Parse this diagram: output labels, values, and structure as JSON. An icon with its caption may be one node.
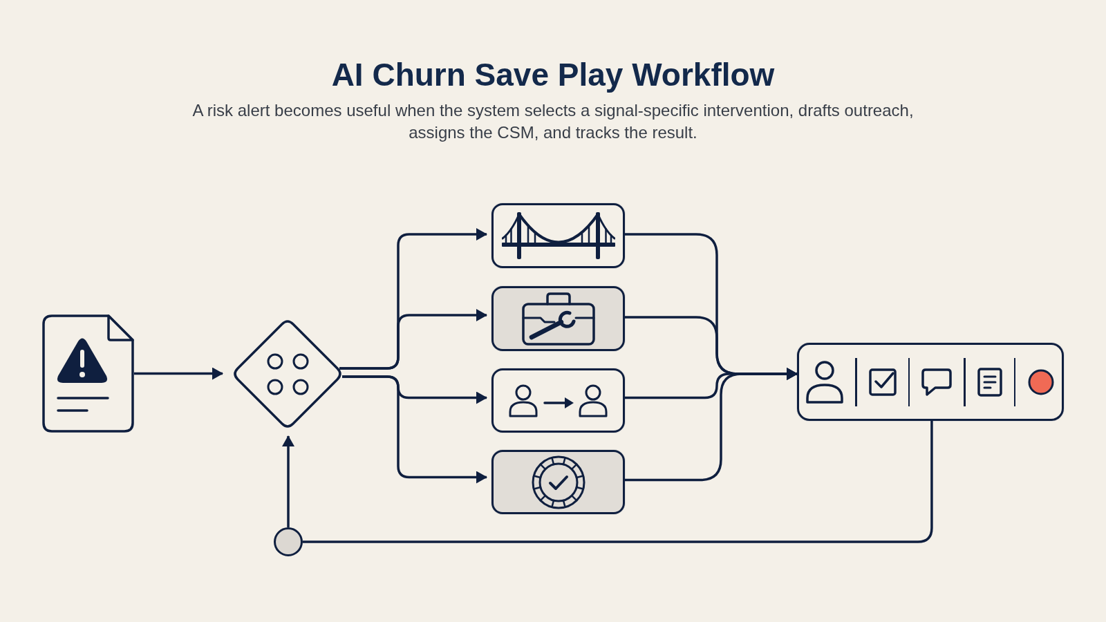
{
  "diagram": {
    "title": "AI Churn Save Play Workflow",
    "nodes": [
      {
        "text": [],
        "shape": "document"
      },
      {
        "text": [],
        "shape": "diamond"
      },
      {
        "text": [],
        "shape": "box"
      },
      {
        "text": [],
        "shape": "box"
      },
      {
        "text": [],
        "shape": "box"
      },
      {
        "text": [],
        "shape": "box"
      },
      {
        "text": [],
        "shape": "box"
      },
      {
        "text": [],
        "shape": "circle"
      }
    ],
    "edges": [
      {
        "from": 0,
        "to": 1,
        "arrow": "to"
      },
      {
        "from": 1,
        "to": 2,
        "arrow": "to"
      },
      {
        "from": 1,
        "to": 3,
        "arrow": "to"
      },
      {
        "from": 1,
        "to": 4,
        "arrow": "to"
      },
      {
        "from": 1,
        "to": 5,
        "arrow": "to"
      },
      {
        "from": 2,
        "to": 6,
        "arrow": "to"
      },
      {
        "from": 3,
        "to": 6,
        "arrow": "to"
      },
      {
        "from": 4,
        "to": 6,
        "arrow": "to"
      },
      {
        "from": 5,
        "to": 6,
        "arrow": "to"
      },
      {
        "from": 6,
        "to": 7,
        "arrow": "none"
      },
      {
        "from": 7,
        "to": 1,
        "arrow": "to"
      }
    ],
    "labels": [
      "A risk alert becomes useful when the system selects a signal-specific intervention, drafts outreach, assigns the CSM, and tracks the result."
    ]
  }
}
